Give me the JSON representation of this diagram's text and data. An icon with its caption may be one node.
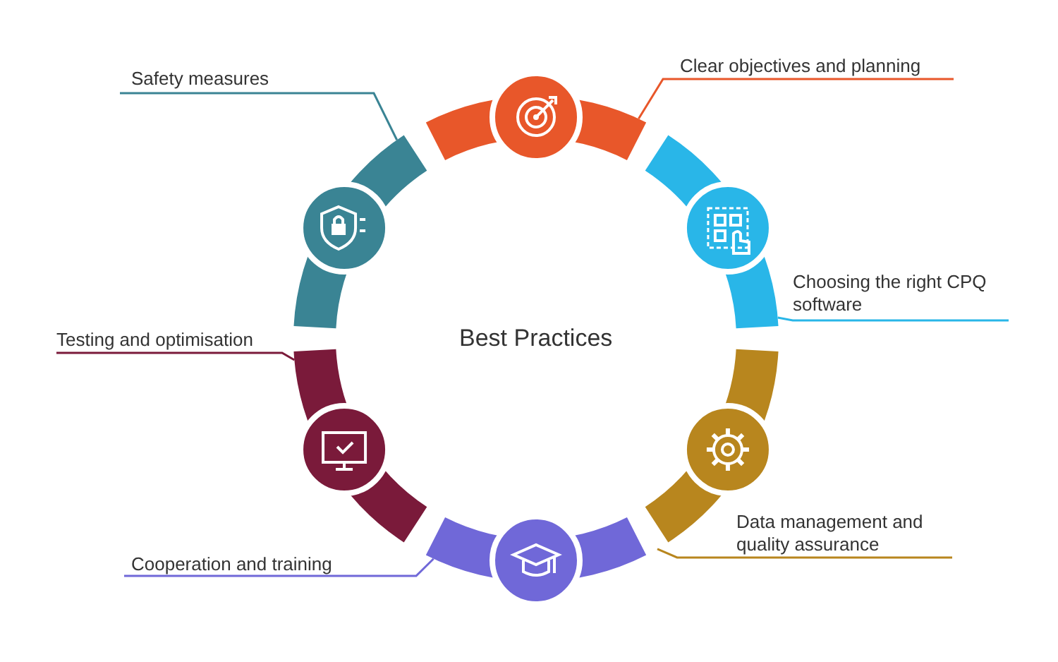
{
  "diagram": {
    "nodes": [
      {
        "text": [],
        "shape": "arc"
      },
      {
        "text": [],
        "shape": "arc"
      },
      {
        "text": [],
        "shape": "arc"
      },
      {
        "text": [],
        "shape": "arc"
      },
      {
        "text": [],
        "shape": "arc"
      },
      {
        "text": [],
        "shape": "arc"
      },
      {
        "text": [
          "Clear objectives and planning"
        ]
      },
      {
        "text": [
          "Choosing the right CPQ software"
        ]
      },
      {
        "text": [
          "Data management and quality assurance"
        ]
      },
      {
        "text": [
          "Cooperation and training"
        ]
      },
      {
        "text": [
          "Testing and optimisation"
        ]
      },
      {
        "text": [
          "Safety measures"
        ]
      }
    ],
    "edges": [
      {
        "from": 6,
        "to": 0,
        "arrow": "none",
        "color": "#e8572a"
      },
      {
        "from": 7,
        "to": 1,
        "arrow": "none",
        "color": "#29b6e8"
      },
      {
        "from": 8,
        "to": 2,
        "arrow": "none",
        "color": "#b8861e"
      },
      {
        "from": 9,
        "to": 3,
        "arrow": "none",
        "color": "#7068d8"
      },
      {
        "from": 10,
        "to": 4,
        "arrow": "none",
        "color": "#7a1a3a"
      },
      {
        "from": 11,
        "to": 5,
        "arrow": "none",
        "color": "#3a8494"
      }
    ],
    "labels": [
      "Best Practices"
    ]
  }
}
